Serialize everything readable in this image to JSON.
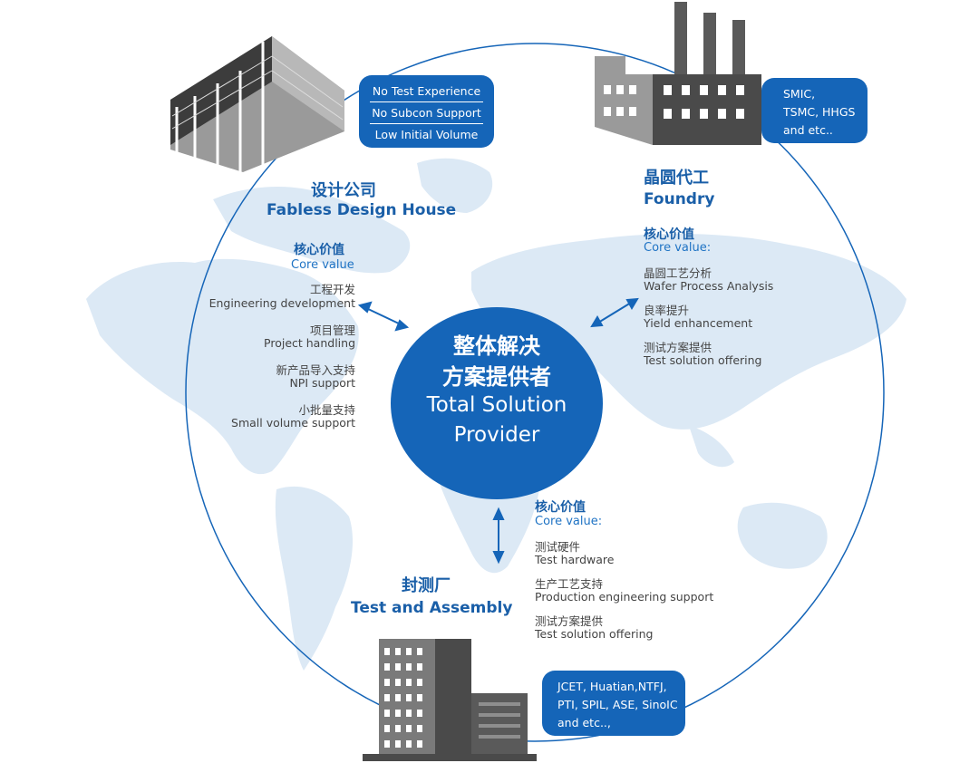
{
  "center": {
    "cn_line1": "整体解决",
    "cn_line2": "方案提供者",
    "en_line1": "Total Solution",
    "en_line2": "Provider"
  },
  "fabless": {
    "cn": "设计公司",
    "en": "Fabless Design House",
    "core_cn": "核心价值",
    "core_en": "Core value",
    "items": [
      {
        "cn": "工程开发",
        "en": "Engineering development"
      },
      {
        "cn": "项目管理",
        "en": "Project handling"
      },
      {
        "cn": "新产品导入支持",
        "en": "NPI support"
      },
      {
        "cn": "小批量支持",
        "en": "Small volume support"
      }
    ],
    "box": [
      "No Test Experience",
      "No Subcon Support",
      "Low Initial Volume"
    ]
  },
  "foundry": {
    "cn": "晶圆代工",
    "en": "Foundry",
    "core_cn": "核心价值",
    "core_en": "Core value:",
    "items": [
      {
        "cn": "晶圆工艺分析",
        "en": "Wafer Process Analysis"
      },
      {
        "cn": "良率提升",
        "en": "Yield enhancement"
      },
      {
        "cn": "测试方案提供",
        "en": "Test solution offering"
      }
    ],
    "box": [
      "SMIC,",
      "TSMC, HHGS",
      "and etc.."
    ]
  },
  "osat": {
    "cn": "封测厂",
    "en": "Test and Assembly",
    "core_cn": "核心价值",
    "core_en": "Core value:",
    "items": [
      {
        "cn": "测试硬件",
        "en": "Test hardware"
      },
      {
        "cn": "生产工艺支持",
        "en": "Production engineering support"
      },
      {
        "cn": "测试方案提供",
        "en": "Test solution offering"
      }
    ],
    "box": [
      "JCET, Huatian,NTFJ,",
      "PTI, SPIL, ASE, SinoIC",
      "and  etc..,"
    ]
  },
  "colors": {
    "brand_blue": "#1565b8",
    "title_blue": "#1a5fa8",
    "map_blue": "#dce9f5",
    "building_gray": "#5a5a5a"
  }
}
